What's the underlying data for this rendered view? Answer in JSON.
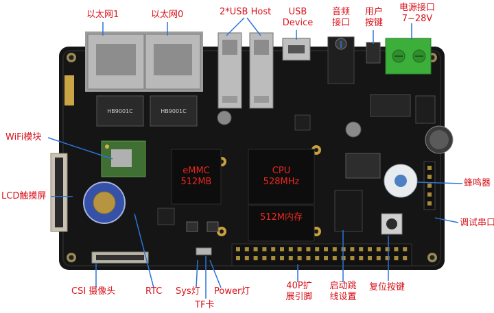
{
  "labels": {
    "eth1": "以太网1",
    "eth0": "以太网0",
    "usb_host": "2*USB Host",
    "usb_device_1": "USB",
    "usb_device_2": "Device",
    "audio_1": "音频",
    "audio_2": "接口",
    "user_key_1": "用户",
    "user_key_2": "按键",
    "power_1": "电源接口",
    "power_2": "7~28V",
    "wifi": "WiFi模块",
    "lcd": "LCD触摸屏",
    "buzzer": "蜂鸣器",
    "debug_serial": "调试串口",
    "csi": "CSI 摄像头",
    "rtc": "RTC",
    "sys_led": "Sys灯",
    "power_led": "Power灯",
    "tf_card": "TF卡",
    "gpio_1": "40P扩",
    "gpio_2": "展引脚",
    "boot_1": "启动跳",
    "boot_2": "线设置",
    "reset_key": "复位按键"
  },
  "chips": {
    "emmc_1": "eMMC",
    "emmc_2": "512MB",
    "cpu_1": "CPU",
    "cpu_2": "528MHz",
    "ram": "512M内存"
  },
  "colors": {
    "label": "#d8121b",
    "board": "#141414",
    "chip_text": "#e8271f"
  }
}
